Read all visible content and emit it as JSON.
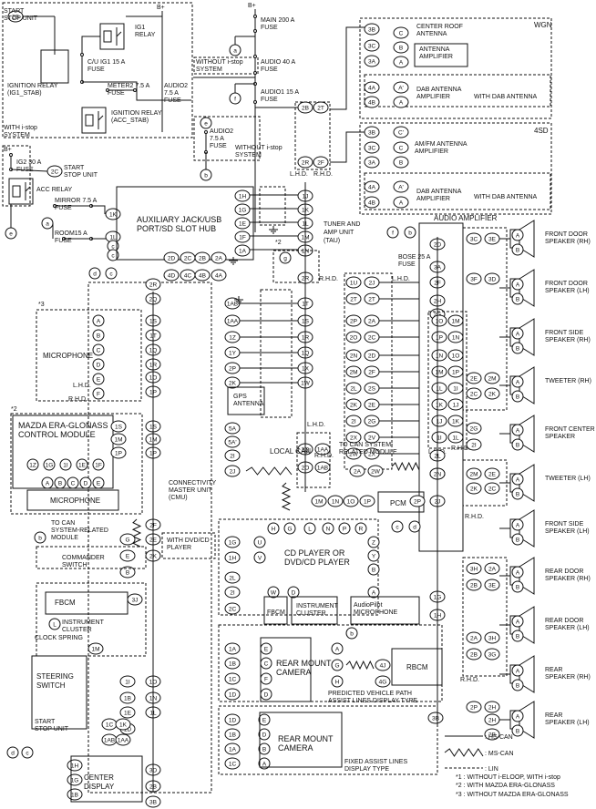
{
  "labels": {
    "start_stop_unit_top": [
      "START",
      "STOP UNIT"
    ],
    "ig1_relay": [
      "IG1",
      "RELAY"
    ],
    "cu_ig1_fuse": [
      "C/U IG1 15 A",
      "FUSE"
    ],
    "ignition_relay_ig1": [
      "IGNITION RELAY",
      "(IG1_STAB)"
    ],
    "meter2_fuse": [
      "METER2 7.5 A",
      "FUSE"
    ],
    "audio2_fuse_a": [
      "AUDIO2",
      "7.5 A",
      "FUSE"
    ],
    "ignition_relay_acc": [
      "IGNITION RELAY",
      "(ACC_STAB)"
    ],
    "with_istop": [
      "WITH i-stop",
      "SYSTEM"
    ],
    "b_plus_1": "B+",
    "b_plus_2": "B+",
    "b_plus_3": "B+",
    "main_fuse": [
      "MAIN 200 A",
      "FUSE"
    ],
    "without_istop": [
      "WITHOUT i-stop",
      "SYSTEM"
    ],
    "audio_40_fuse": [
      "AUDIO 40 A",
      "FUSE"
    ],
    "audio1_fuse": [
      "AUDIO1 15 A",
      "FUSE"
    ],
    "audio2_fuse_b": [
      "AUDIO2",
      "7.5 A",
      "FUSE"
    ],
    "without_istop_2": [
      "WITHOUT i-stop",
      "SYSTEM"
    ],
    "ig2_fuse": [
      "IG2 30 A",
      "FUSE"
    ],
    "start_stop_unit_2": [
      "START",
      "STOP UNIT"
    ],
    "acc_relay": "ACC RELAY",
    "mirror_fuse": [
      "MIRROR 7.5 A",
      "FUSE"
    ],
    "room_fuse": [
      "ROOM15 A",
      "FUSE"
    ],
    "aux_hub": [
      "AUXILIARY JACK/USB",
      "PORT/SD SLOT HUB"
    ],
    "tuner": [
      "TUNER AND",
      "AMP UNIT",
      "(TAU)"
    ],
    "wgn": "WGN",
    "fsd": "4SD",
    "center_roof_antenna": [
      "CENTER ROOF",
      "ANTENNA"
    ],
    "antenna_amplifier": [
      "ANTENNA",
      "AMPLIFIER"
    ],
    "dab_antenna_amp_1": [
      "DAB ANTENNA",
      "AMPLIFIER"
    ],
    "with_dab_1": "WITH DAB ANTENNA",
    "amfm_antenna_amp": [
      "AM/FM ANTENNA",
      "AMPLIFIER"
    ],
    "dab_antenna_amp_2": [
      "DAB ANTENNA",
      "AMPLIFIER"
    ],
    "with_dab_2": "WITH DAB ANTENNA",
    "audio_amplifier": "AUDIO AMPLIFIER",
    "bose_fuse": [
      "BOSE 25 A",
      "FUSE"
    ],
    "front_door_rh": [
      "FRONT DOOR",
      "SPEAKER (RH)"
    ],
    "front_door_lh": [
      "FRONT DOOR",
      "SPEAKER (LH)"
    ],
    "front_side_rh": [
      "FRONT  SIDE",
      "SPEAKER (RH)"
    ],
    "tweeter_rh": "TWEETER (RH)",
    "front_center": [
      "FRONT CENTER",
      "SPEAKER"
    ],
    "tweeter_lh": "TWEETER (LH)",
    "front_side_lh": [
      "FRONT  SIDE",
      "SPEAKER (LH)"
    ],
    "rear_door_rh": [
      "REAR DOOR",
      "SPEAKER (RH)"
    ],
    "rear_door_lh": [
      "REAR DOOR",
      "SPEAKER (LH)"
    ],
    "rear_speaker_rh": [
      "REAR",
      "SPEAKER (RH)"
    ],
    "rear_speaker_lh": [
      "REAR",
      "SPEAKER (LH)"
    ],
    "microphone_1": "MICROPHONE",
    "era_glonass": [
      "MAZDA ERA-GLONASS",
      "CONTROL MODULE"
    ],
    "microphone_2": "MICROPHONE",
    "gps_antenna": [
      "GPS",
      "ANTENNA"
    ],
    "local_can": "LOCAL CAN",
    "cmu": [
      "CONNECTIVITY",
      "MASTER UNIT",
      "(CMU)"
    ],
    "to_can_system_1": [
      "TO CAN SYSTEM-",
      "RELATED MODULE"
    ],
    "to_can_system_2": [
      "TO CAN",
      "SYSTEM-RELATED",
      "MODULE"
    ],
    "commander_switch": [
      "COMMANDER",
      "SWITCH"
    ],
    "pcm": "PCM",
    "with_dvd": [
      "WITH DVD/CD",
      "PLAYER"
    ],
    "cd_player": [
      "CD PLAYER OR",
      "DVD/CD PLAYER"
    ],
    "fbcm_1": "FBCM",
    "instrument_cluster_1": [
      "INSTRUMENT",
      "CLUSTER"
    ],
    "clock_spring": "CLOCK SPRING",
    "steering_switch": [
      "STEERING",
      "SWITCH"
    ],
    "fbcm_2": "FBCM",
    "instrument_cluster_2": [
      "INSTRUMENT",
      "CLUSTER"
    ],
    "audiopilot": [
      "AudioPilot",
      "MICROPHONE"
    ],
    "rear_mount_camera_1": [
      "REAR MOUNT",
      "CAMERA"
    ],
    "rbcm": "RBCM",
    "predicted_path": [
      "PREDICTED VEHICLE PATH",
      "ASSIST LINES DISPLAY TYPE"
    ],
    "start_stop_unit_3": [
      "START",
      "STOP UNIT"
    ],
    "rear_mount_camera_2": [
      "REAR MOUNT",
      "CAMERA"
    ],
    "fixed_assist": [
      "FIXED ASSIST LINES",
      "DISPLAY TYPE"
    ],
    "center_display": [
      "CENTER",
      "DISPLAY"
    ],
    "lhd": "L.H.D.",
    "rhd": "R.H.D.",
    "footnote_1": "*1 : WITHOUT i-ELOOP, WITH i-stop",
    "footnote_2": "*2 : WITH MAZDA ERA-GLONASS",
    "footnote_3": "*3 : WITHOUT MAZDA ERA-GLONASS",
    "note_1": "*1",
    "note_2": "*2",
    "note_3": "*3"
  },
  "legend": {
    "hs_can": ": HS-CAN",
    "ms_can": ": MS-CAN",
    "lin": ": LIN"
  },
  "pins": {
    "aux": [
      "1H",
      "1J",
      "1G",
      "1K",
      "1E",
      "1L",
      "1F",
      "1M",
      "1A",
      "1N"
    ],
    "tau_top": [
      "2B",
      "2T",
      "2R",
      "2F"
    ],
    "tau_bottom": [
      "2D",
      "2C",
      "2B",
      "2A",
      "4D",
      "4C",
      "4B",
      "4A"
    ],
    "tau_right": [
      "2R",
      "2Q",
      "1U",
      "2J",
      "1T",
      "2T",
      "2H",
      "2S",
      "2P",
      "2A",
      "2O",
      "2C",
      "2N",
      "2D",
      "2M",
      "2E",
      "2L",
      "2F",
      "2K",
      "2G",
      "2I",
      "2X",
      "2V",
      "2W",
      "2L",
      "2N"
    ],
    "cmu_left": [
      "1S",
      "1T",
      "1Q",
      "1R",
      "1O",
      "1P",
      "1S",
      "1M",
      "1P",
      "1AB",
      "1AA",
      "1Z",
      "1Y",
      "2P",
      "2K",
      "5A",
      "5A'",
      "2I",
      "2J",
      "2Q",
      "2O",
      "1AA",
      "1AB"
    ],
    "cmu_can": [
      "1M",
      "1N",
      "1O",
      "1P"
    ],
    "amp_pins": [
      "3C",
      "3E",
      "3F",
      "3D",
      "2E",
      "2M",
      "2C",
      "2K",
      "2G",
      "2I",
      "2M",
      "2E",
      "2K",
      "2C",
      "3H",
      "2A",
      "3E",
      "2B",
      "2A",
      "3H",
      "3G",
      "2B",
      "2P",
      "2H",
      "3B"
    ],
    "center_display": [
      "1H",
      "1G",
      "1B",
      "3D",
      "2B",
      "3B"
    ],
    "wire_letters": [
      "a",
      "b",
      "c",
      "d",
      "e",
      "f",
      "g"
    ]
  }
}
